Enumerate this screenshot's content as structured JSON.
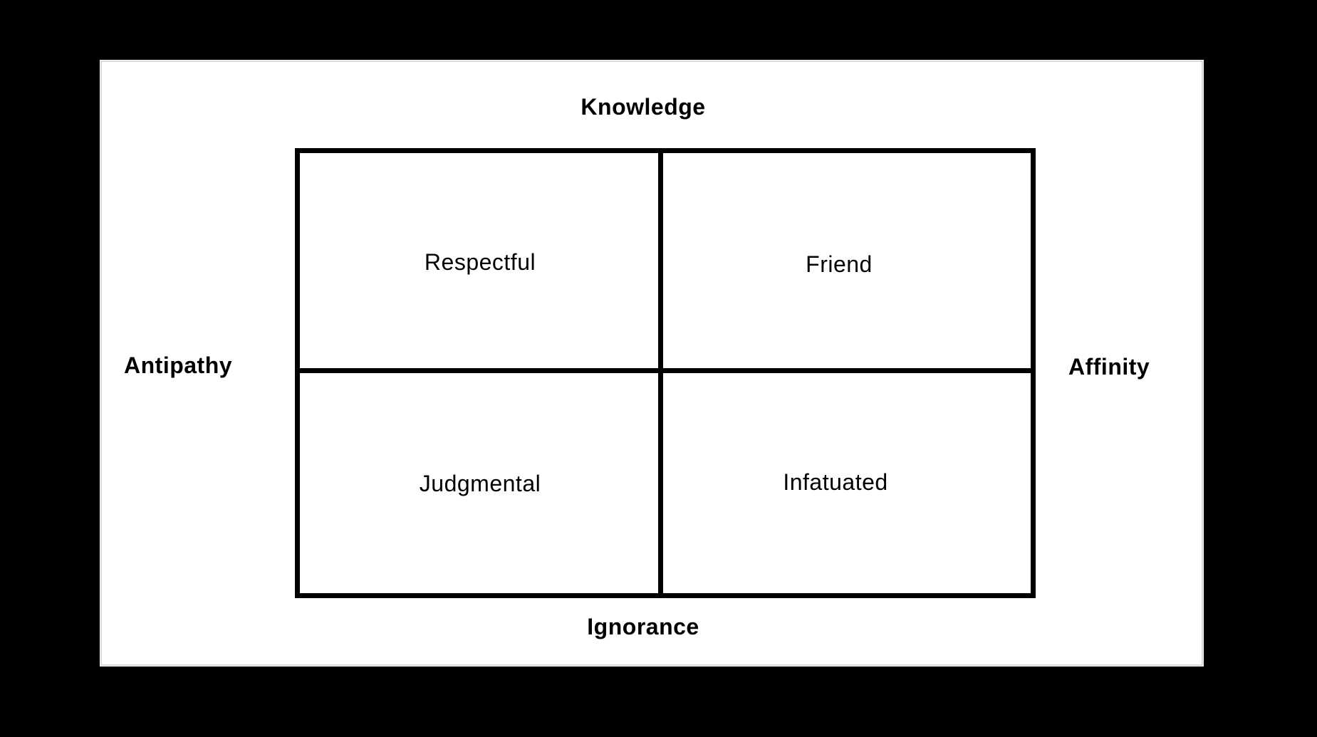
{
  "axes": {
    "top": "Knowledge",
    "bottom": "Ignorance",
    "left": "Antipathy",
    "right": "Affinity"
  },
  "quadrants": {
    "top_left": "Respectful",
    "top_right": "Friend",
    "bottom_left": "Judgmental",
    "bottom_right": "Infatuated"
  },
  "colors": {
    "background": "#000000",
    "panel": "#ffffff",
    "lines": "#000000",
    "text": "#000000"
  }
}
